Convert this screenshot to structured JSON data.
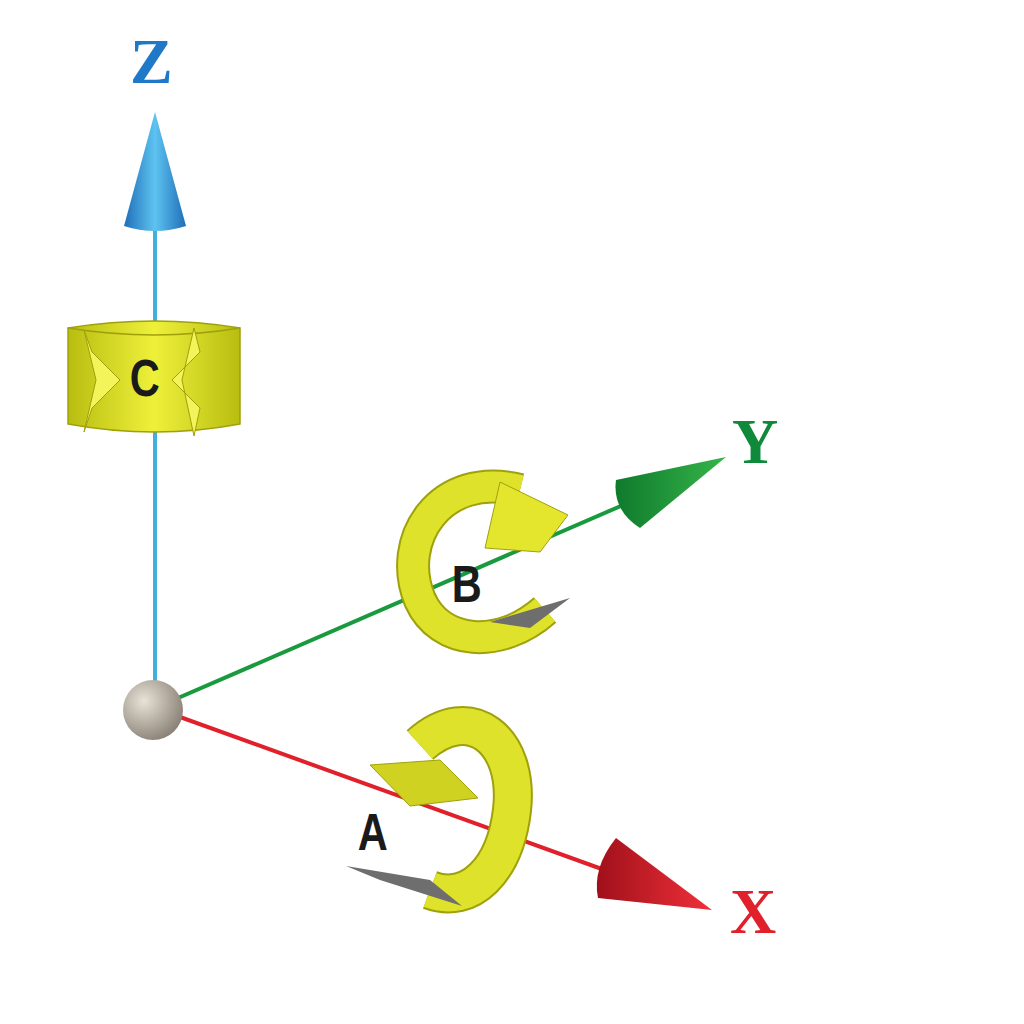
{
  "diagram": {
    "labels": [
      "Z",
      "C",
      "Y",
      "B",
      "A",
      "X"
    ]
  }
}
